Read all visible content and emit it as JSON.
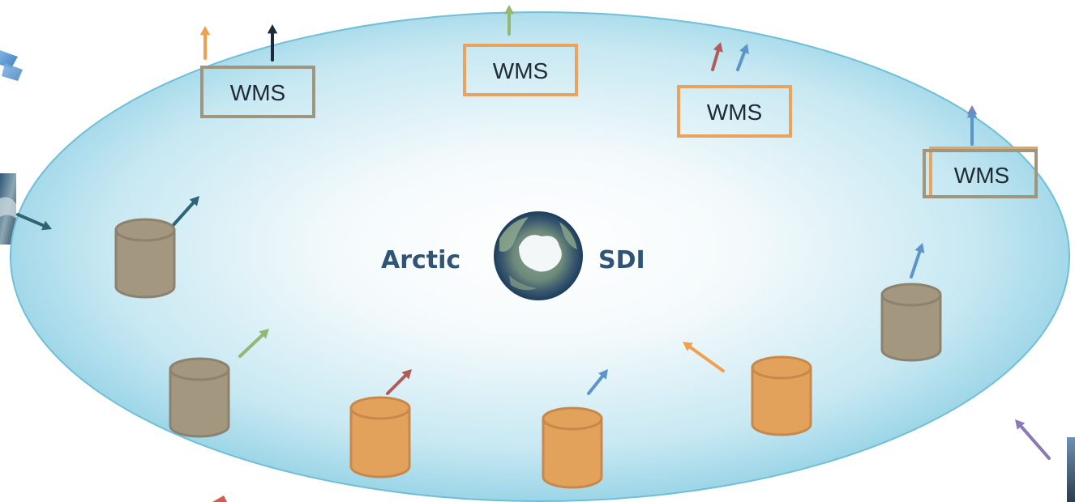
{
  "logo": {
    "left_text": "Arctic",
    "right_text": "SDI"
  },
  "wms_boxes": [
    {
      "label": "WMS",
      "color": "#a0957d"
    },
    {
      "label": "WMS",
      "color": "#e9a35c"
    },
    {
      "label": "WMS",
      "color": "#e9a35c"
    },
    {
      "label": "WMS",
      "color": "#a0957d"
    }
  ],
  "colors": {
    "ellipse_edge": "#7fc6dc",
    "ellipse_fill_outer": "#8fd3e6",
    "ellipse_fill_inner": "#ffffff",
    "cylinder_tan": "#a39780",
    "cylinder_orange": "#e3a25c",
    "arrow_orange": "#f0a050",
    "arrow_dark": "#1b2b3a",
    "arrow_green": "#93b775",
    "arrow_red": "#b25b5b",
    "arrow_blue": "#5b95c9",
    "arrow_purple": "#8a78b8",
    "arrow_teal": "#2e6474"
  }
}
